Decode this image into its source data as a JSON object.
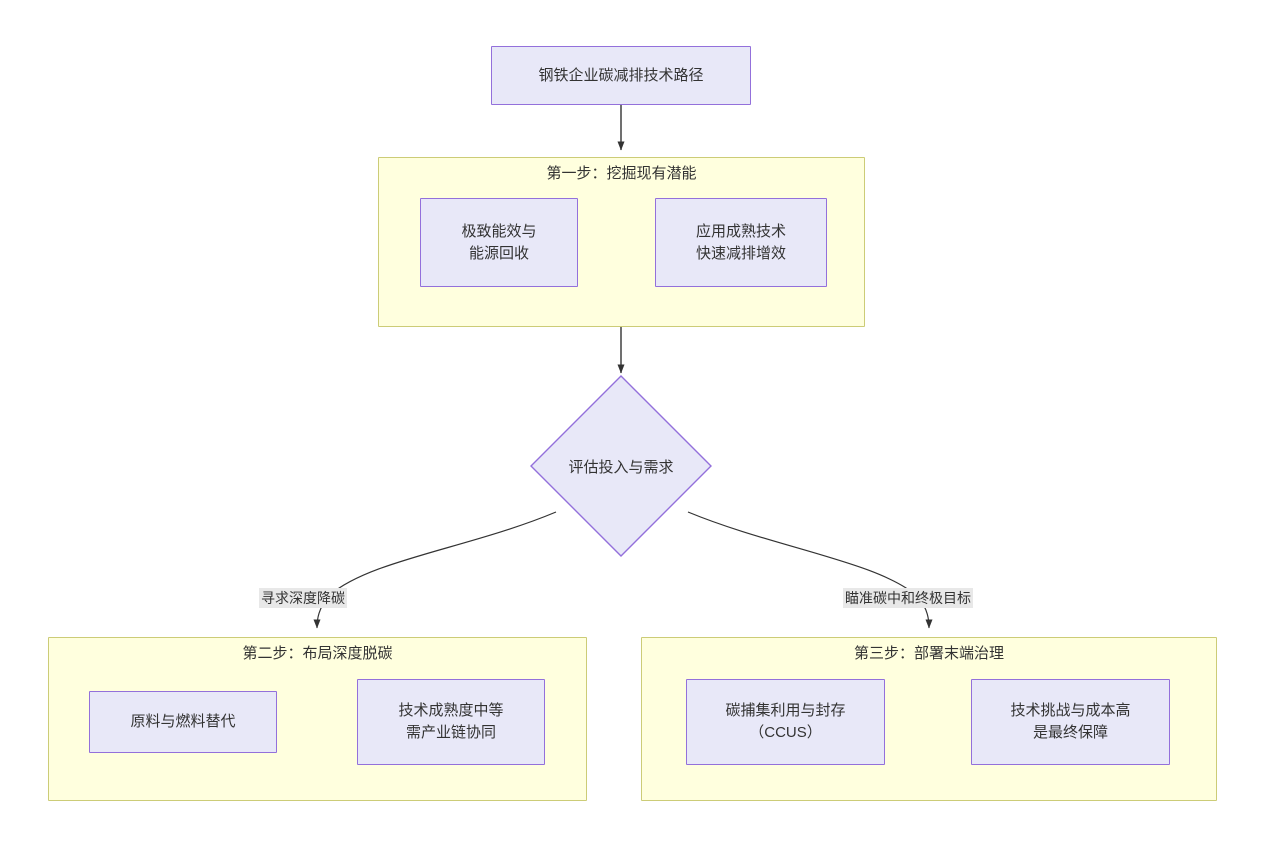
{
  "diagram": {
    "type": "flowchart",
    "title_node": {
      "label": "钢铁企业碳减排技术路径"
    },
    "decision": {
      "label": "评估投入与需求"
    },
    "edge_labels": {
      "left": "寻求深度降碳",
      "right": "瞄准碳中和终极目标"
    },
    "clusters": [
      {
        "title": "第一步：挖掘现有潜能",
        "nodes": [
          {
            "label": "极致能效与\n能源回收"
          },
          {
            "label": "应用成熟技术\n快速减排增效"
          }
        ]
      },
      {
        "title": "第二步：布局深度脱碳",
        "nodes": [
          {
            "label": "原料与燃料替代"
          },
          {
            "label": "技术成熟度中等\n需产业链协同"
          }
        ]
      },
      {
        "title": "第三步：部署末端治理",
        "nodes": [
          {
            "label": "碳捕集利用与封存\n（CCUS）"
          },
          {
            "label": "技术挑战与成本高\n是最终保障"
          }
        ]
      }
    ],
    "colors": {
      "node_fill": "#e8e8f8",
      "node_stroke": "#9370db",
      "cluster_fill": "#ffffde",
      "cluster_stroke": "#cccc77",
      "edge_stroke": "#333333",
      "text": "#333333",
      "edge_label_bg": "#e8e8e8"
    }
  }
}
